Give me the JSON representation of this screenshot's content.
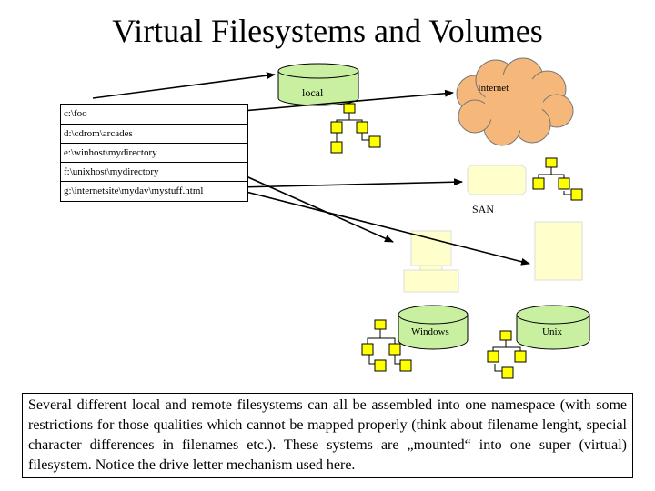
{
  "title": "Virtual Filesystems and Volumes",
  "mount_table": [
    "c:\\foo",
    "d:\\cdrom\\arcades",
    "e:\\winhost\\mydirectory",
    "f:\\unixhost\\mydirectory",
    "g:\\internetsite\\mydav\\mystuff.html"
  ],
  "volumes": {
    "local": "local",
    "internet": "Internet",
    "san": "SAN",
    "windows": "Windows",
    "unix": "Unix"
  },
  "colors": {
    "volume_fill": "#c8f0a0",
    "cloud_fill": "#f5b87a",
    "folder_fill": "#ffff00",
    "machine_fill": "#ffffcc"
  },
  "caption": "Several different local and remote filesystems can all be assembled into one namespace (with some restrictions for those qualities which cannot be mapped properly (think about filename lenght, special character differences in filenames etc.). These systems are „mounted“ into one super (virtual) filesystem. Notice the drive letter mechanism used here."
}
